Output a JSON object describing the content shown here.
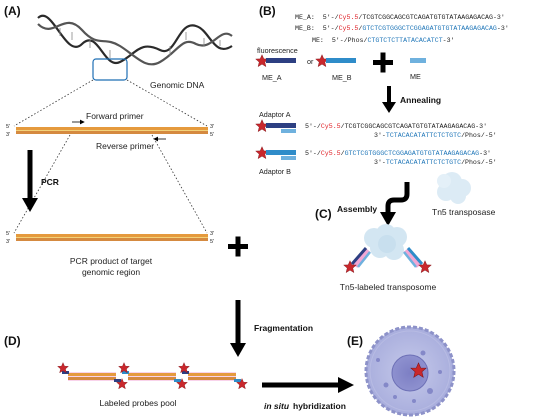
{
  "colors": {
    "cy55": "#e0242a",
    "seq_blue": "#1f76b8",
    "seq_dark": "#222222",
    "dna_orange": "#e59a3d",
    "star_red": "#c9272c",
    "tn5_blue": "#d3e6f2",
    "magenta_glow": "#f2a7d4"
  },
  "panels": [
    "(A)",
    "(B)",
    "(C)",
    "(D)",
    "(E)"
  ],
  "panel_a": {
    "genomic_dna": "Genomic DNA",
    "forward_primer": "Forward primer",
    "reverse_primer": "Reverse primer",
    "pcr": "PCR",
    "end5": "5'",
    "end3": "3'",
    "pcr_product_line1": "PCR product of target",
    "pcr_product_line2": "genomic region"
  },
  "panel_b": {
    "me_a_name": "ME_A:",
    "me_b_name": "ME_B:",
    "me_name": "ME:",
    "prefix5": "5'-/",
    "cy55": "Cy5.5",
    "slash": "/",
    "me_a_seq": "TCGTCGGCAGCGTCAGATGTGTATAAGAGACAG",
    "me_b_seq": "GTCTCGTGGGCTCGGAGATGTGTATAAGAGACAG",
    "suffix3": "-3'",
    "me_phos_prefix": "5'-/Phos/",
    "me_seq": "CTGTCTCTTATACACATCT",
    "fluorescence": "fluorescence",
    "or": "or",
    "me_a_label": "ME_A",
    "me_b_label": "ME_B",
    "me_label": "ME",
    "annealing": "Annealing",
    "adaptor_a": "Adaptor A",
    "adaptor_b": "Adaptor B",
    "bottom_prefix": "3'-",
    "bottom_seq": "TCTACACATATTCTCTGTC",
    "bottom_suffix": "/Phos/-5'"
  },
  "panel_c": {
    "assembly": "Assembly",
    "tn5": "Tn5 transposase",
    "transposome": "Tn5-labeled transposome"
  },
  "panel_d": {
    "fragmentation": "Fragmentation",
    "probes_pool": "Labeled probes pool",
    "hybridization_italic": "in situ",
    "hybridization_rest": "hybridization"
  }
}
